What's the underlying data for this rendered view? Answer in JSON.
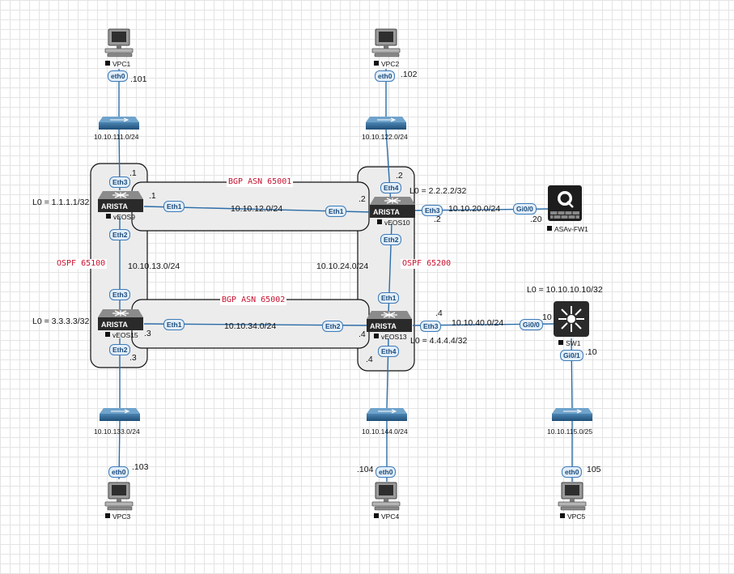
{
  "areas": {
    "bgp1": "BGP ASN 65001",
    "bgp2": "BGP ASN 65002",
    "ospf1": "OSPF 65100",
    "ospf2": "OSPF 65200"
  },
  "nodes": {
    "vpc1": "VPC1",
    "vpc2": "VPC2",
    "vpc3": "VPC3",
    "vpc4": "VPC4",
    "vpc5": "VPC5",
    "veos9": "vEOS9",
    "veos10": "vEOS10",
    "veos15": "vEOS15",
    "veos13": "vEOS13",
    "asa": "ASAv-FW1",
    "sw1": "SW1",
    "arista": "ARISTA"
  },
  "loopbacks": {
    "veos9": "L0 = 1.1.1.1/32",
    "veos10": "L0 = 2.2.2.2/32",
    "veos15": "L0 = 3.3.3.3/32",
    "veos13": "L0 = 4.4.4.4/32",
    "sw1": "L0 = 10.10.10.10/32"
  },
  "subnets": {
    "s111": "10.10.111.0/24",
    "s122": "10.10.122.0/24",
    "s133": "10.10.133.0/24",
    "s144": "10.10.144.0/24",
    "s115": "10.10.115.0/25",
    "s12": "10.10.12.0/24",
    "s13": "10.10.13.0/24",
    "s24": "10.10.24.0/24",
    "s34": "10.10.34.0/24",
    "s20": "10.10.20.0/24",
    "s40": "10.10.40.0/24"
  },
  "hosts": {
    "h101": ".101",
    "h102": ".102",
    "h103": ".103",
    "h104": ".104",
    "h105": "105",
    "v9_top": ".1",
    "v9_eth1": ".1",
    "v10_top": ".2",
    "v10_eth1": ".2",
    "v10_eth3": ".2",
    "v15_eth1": ".3",
    "v15_eth2": ".3",
    "v13_eth3": ".4",
    "v13_eth1": ".4",
    "v13_eth4": ".4",
    "asa": ".20",
    "sw1_gi00": "10",
    "sw1_gi01": ".10"
  },
  "ports": {
    "vpc1_eth0": "eth0",
    "vpc2_eth0": "eth0",
    "vpc3_eth0": "eth0",
    "vpc4_eth0": "eth0",
    "vpc5_eth0": "eth0",
    "v9_eth3": "Eth3",
    "v9_eth1": "Eth1",
    "v9_eth2": "Eth2",
    "v10_eth4": "Eth4",
    "v10_eth1": "Eth1",
    "v10_eth3": "Eth3",
    "v10_eth2": "Eth2",
    "v15_eth3": "Eth3",
    "v15_eth1": "Eth1",
    "v15_eth2": "Eth2",
    "v13_eth1": "Eth1",
    "v13_eth2": "Eth2",
    "v13_eth3": "Eth3",
    "v13_eth4": "Eth4",
    "asa_gi00": "Gi0/0",
    "sw1_gi00": "Gi0/0",
    "sw1_gi01": "Gi0/1"
  },
  "colors": {
    "area_label": "#c8102e",
    "port_fill": "#e2eef9",
    "port_border": "#3d7ab8",
    "link": "#2b6ca8",
    "area_fill": "#ececec"
  }
}
